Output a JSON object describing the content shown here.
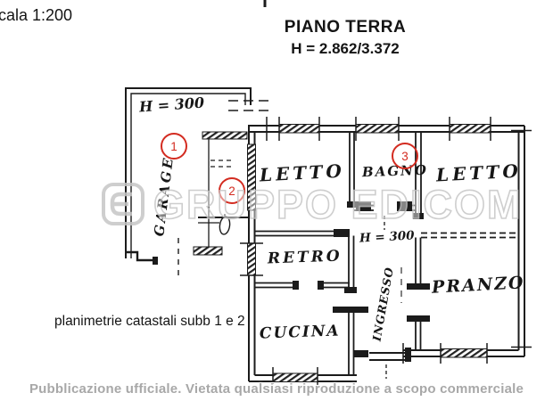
{
  "header": {
    "scale_label": "cala 1:200",
    "title": "PIANO TERRA",
    "height_label": "H = 2.862/3.372"
  },
  "plan": {
    "rooms": [
      {
        "id": "garage",
        "label": "GARAGE"
      },
      {
        "id": "letto-left",
        "label": "LETTO"
      },
      {
        "id": "bagno",
        "label": "BAGNO"
      },
      {
        "id": "letto-right",
        "label": "LETTO"
      },
      {
        "id": "retro",
        "label": "RETRO"
      },
      {
        "id": "cucina",
        "label": "CUCINA"
      },
      {
        "id": "ingresso",
        "label": "INGRESSO"
      },
      {
        "id": "pranzo",
        "label": "PRANZO"
      }
    ],
    "annotations": {
      "garage_height": "H = 300",
      "hall_height": "H = 300"
    },
    "unit_markers": [
      {
        "number": "1"
      },
      {
        "number": "2"
      },
      {
        "number": "3"
      }
    ]
  },
  "caption": "planimetrie catastali subb 1 e 2",
  "watermark": {
    "logo": "edicom-logo",
    "text": "GRUPPO EDICOM"
  },
  "footer": "Pubblicazione ufficiale. Vietata qualsiasi riproduzione a scopo commerciale",
  "colors": {
    "marker_red": "#d32b20",
    "ink_black": "#1b1b1b",
    "watermark_gray": "#c6c6c6",
    "footer_gray": "#a8a8a8"
  }
}
